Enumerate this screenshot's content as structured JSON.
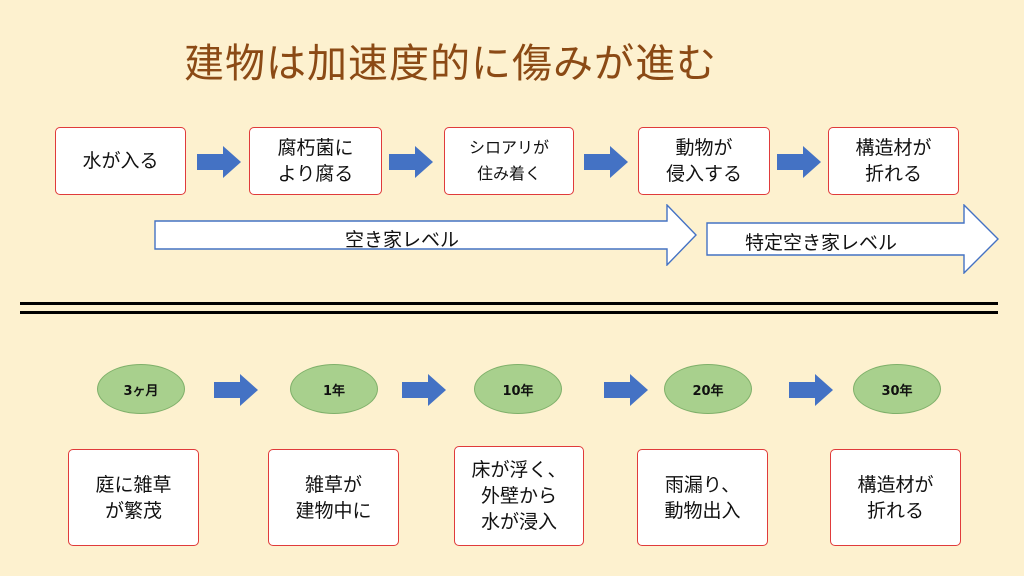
{
  "title": "建物は加速度的に傷みが進む",
  "stages": [
    {
      "label": "水が入る"
    },
    {
      "label": "腐朽菌に\nより腐る"
    },
    {
      "label": "シロアリが\n住み着く"
    },
    {
      "label": "動物が\n侵入する"
    },
    {
      "label": "構造材が\n折れる"
    }
  ],
  "levels": {
    "vacant": "空き家レベル",
    "specific_vacant": "特定空き家レベル"
  },
  "timeline": [
    {
      "period": "3ヶ月",
      "event": "庭に雑草\nが繁茂"
    },
    {
      "period": "1年",
      "event": "雑草が\n建物中に"
    },
    {
      "period": "10年",
      "event": "床が浮く、\n外壁から\n水が浸入"
    },
    {
      "period": "20年",
      "event": "雨漏り、\n動物出入"
    },
    {
      "period": "30年",
      "event": "構造材が\n折れる"
    }
  ],
  "colors": {
    "background": "#FDF1CF",
    "title": "#8B4A15",
    "box_border": "#E03B3B",
    "arrow": "#4472C4",
    "band_border": "#4472C4",
    "oval_fill": "#A8D08D"
  }
}
